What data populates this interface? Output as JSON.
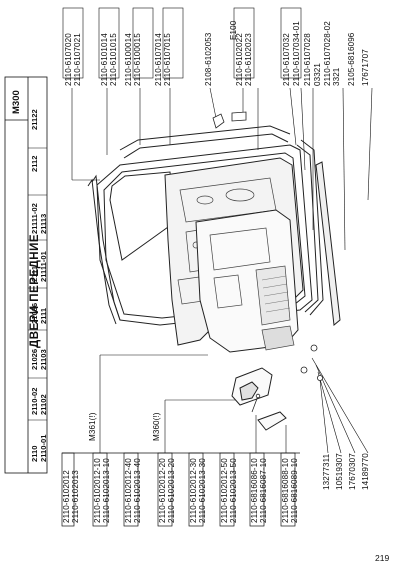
{
  "title": "ДВЕРИ ПЕРЕДНИЕ",
  "model": "M300",
  "page_number": "219",
  "header_models": [
    {
      "lines": [
        "2110",
        "2110-01"
      ]
    },
    {
      "lines": [
        "2110-02",
        "21102"
      ]
    },
    {
      "lines": [
        "21026",
        "21103"
      ]
    },
    {
      "lines": [
        "21036",
        "2111"
      ]
    },
    {
      "lines": [
        "2111",
        "21111-01"
      ]
    },
    {
      "lines": [
        "21111-02",
        "21113"
      ]
    },
    {
      "lines": [
        "2112"
      ]
    },
    {
      "lines": [
        "21122"
      ]
    }
  ],
  "left_callouts": {
    "m361": "M361(!)",
    "m360": "M360(!)"
  },
  "left_parts": [
    {
      "lines": [
        "2110-6102012",
        "2110-6102013"
      ]
    },
    {
      "lines": [
        "2110-6102012-10",
        "2110-6102013-10"
      ]
    },
    {
      "lines": [
        "2110-6102012-40",
        "2110-6102013-40"
      ]
    },
    {
      "lines": [
        "2110-6102012-20",
        "2110-6102013-20"
      ]
    },
    {
      "lines": [
        "2110-6102012-30",
        "2110-6102013-30"
      ]
    },
    {
      "lines": [
        "2110-6102012-50",
        "2110-6102013-50"
      ]
    },
    {
      "lines": [
        "2110-6816086-10",
        "2110-6816087-10"
      ]
    },
    {
      "lines": [
        "2110-6816088-10",
        "2110-6816089-10"
      ]
    }
  ],
  "bottom_parts": [
    "13277311",
    "10519307",
    "17670307",
    "14189770"
  ],
  "right_parts": [
    {
      "lines": [
        "2110-6107020",
        "2110-6107021"
      ]
    },
    {
      "lines": [
        "2110-6101014",
        "2110-6101015"
      ]
    },
    {
      "lines": [
        "2110-6100014",
        "2110-6100015"
      ]
    },
    {
      "lines": [
        "2110-6107014",
        "2110-6107015"
      ]
    },
    {
      "lines": [
        "2108-6102053"
      ]
    },
    {
      "lines": [
        "E100"
      ]
    },
    {
      "lines": [
        "2110-6102022",
        "2110-6102023"
      ]
    },
    {
      "lines": [
        "2110-6107032"
      ]
    },
    {
      "lines": [
        "2110-6107034-01"
      ]
    },
    {
      "lines": [
        "2110-6107028",
        "03321"
      ]
    },
    {
      "lines": [
        "2110-6107028-02",
        "3321"
      ]
    },
    {
      "lines": [
        "2105-6816096"
      ]
    },
    {
      "lines": [
        "17671707"
      ]
    }
  ]
}
